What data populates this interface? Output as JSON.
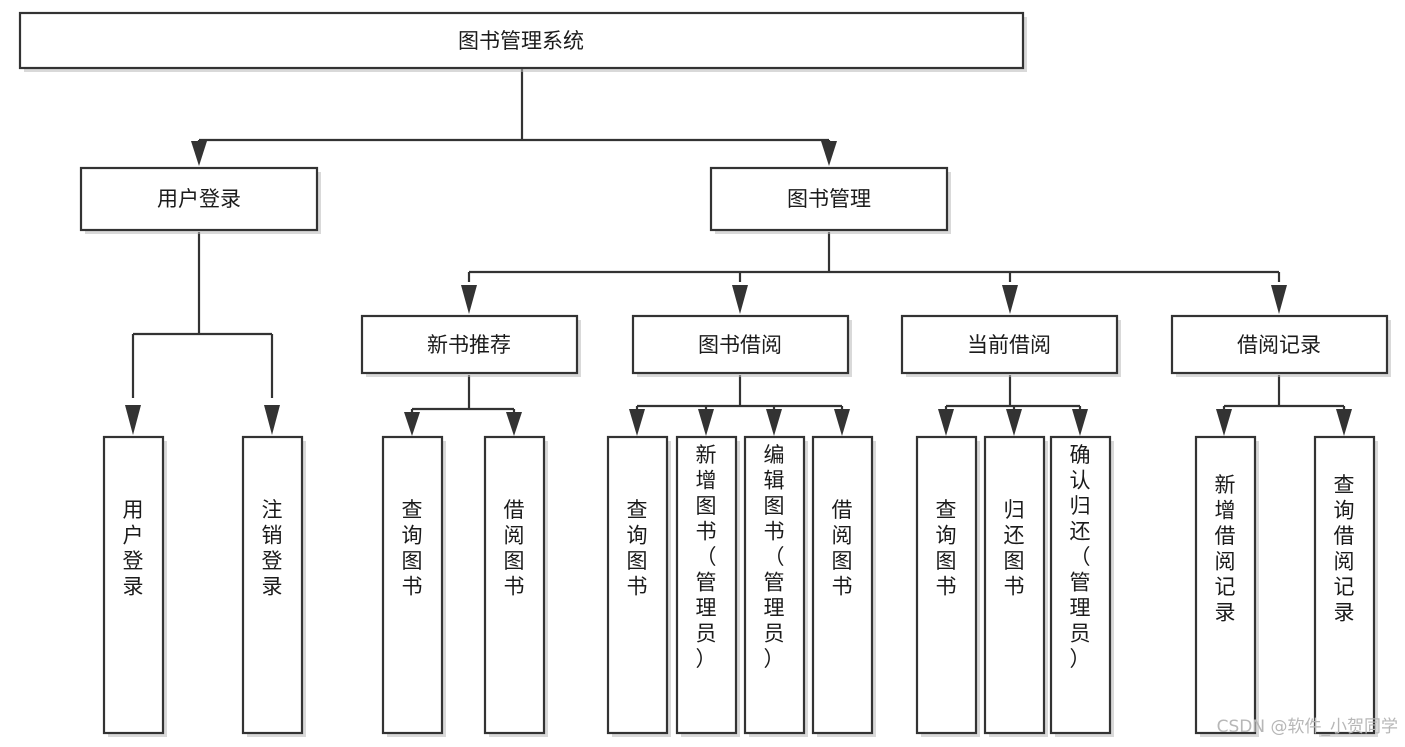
{
  "diagram": {
    "title_node": {
      "label": "图书管理系统"
    },
    "level1": [
      {
        "id": "user-login",
        "label": "用户登录"
      },
      {
        "id": "book-management",
        "label": "图书管理"
      }
    ],
    "level2": [
      {
        "id": "new-book-recommend",
        "label": "新书推荐",
        "parent": "book-management"
      },
      {
        "id": "book-borrow",
        "label": "图书借阅",
        "parent": "book-management"
      },
      {
        "id": "current-borrow",
        "label": "当前借阅",
        "parent": "book-management"
      },
      {
        "id": "borrow-record",
        "label": "借阅记录",
        "parent": "book-management"
      }
    ],
    "leaves": [
      {
        "id": "leaf-user-login",
        "label": "用户登录",
        "parent": "user-login"
      },
      {
        "id": "leaf-user-logout",
        "label": "注销登录",
        "parent": "user-login"
      },
      {
        "id": "leaf-query-book-recommend",
        "label": "查询图书",
        "parent": "new-book-recommend"
      },
      {
        "id": "leaf-borrow-book-recommend",
        "label": "借阅图书",
        "parent": "new-book-recommend"
      },
      {
        "id": "leaf-query-book-borrow",
        "label": "查询图书",
        "parent": "book-borrow"
      },
      {
        "id": "leaf-add-book-admin",
        "label": "新增图书（管理员）",
        "parent": "book-borrow"
      },
      {
        "id": "leaf-edit-book-admin",
        "label": "编辑图书（管理员）",
        "parent": "book-borrow"
      },
      {
        "id": "leaf-borrow-book",
        "label": "借阅图书",
        "parent": "book-borrow"
      },
      {
        "id": "leaf-query-book-current",
        "label": "查询图书",
        "parent": "current-borrow"
      },
      {
        "id": "leaf-return-book",
        "label": "归还图书",
        "parent": "current-borrow"
      },
      {
        "id": "leaf-confirm-return-admin",
        "label": "确认归还（管理员）",
        "parent": "current-borrow"
      },
      {
        "id": "leaf-add-borrow-record",
        "label": "新增借阅记录",
        "parent": "borrow-record"
      },
      {
        "id": "leaf-query-borrow-record",
        "label": "查询借阅记录",
        "parent": "borrow-record"
      }
    ]
  },
  "watermark": {
    "text": "CSDN @软件_小贺同学"
  },
  "colors": {
    "stroke": "#333333",
    "box_fill": "#ffffff",
    "text": "#1b1b1b",
    "watermark": "#b7b7b7",
    "background": "#ffffff"
  }
}
